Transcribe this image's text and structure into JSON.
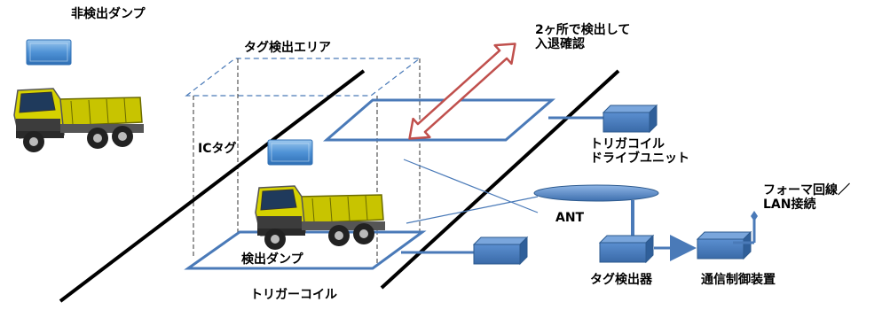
{
  "labels": {
    "non_detect_dump": "非検出ダンプ",
    "tag_detect_area": "タグ検出エリア",
    "detect_twice": "2ヶ所で検出して\n入退確認",
    "ic_tag": "ICタグ",
    "trigger_coil_drive_unit": "トリガコイル\nドライブユニット",
    "former_line": "フォーマ回線／\nLAN接続",
    "ant": "ANT",
    "detect_dump": "検出ダンプ",
    "trigger_coil": "トリガーコイル",
    "tag_detector": "タグ検出器",
    "comm_control": "通信制御装置"
  },
  "colors": {
    "line_blue": "#4a7ab8",
    "box_blue": "#4a7ec0",
    "box_blue_dark": "#2d5a8e",
    "arrow_red": "#c0504d",
    "truck_yellow": "#c8c800",
    "tag_blue": "#4f92d6"
  }
}
